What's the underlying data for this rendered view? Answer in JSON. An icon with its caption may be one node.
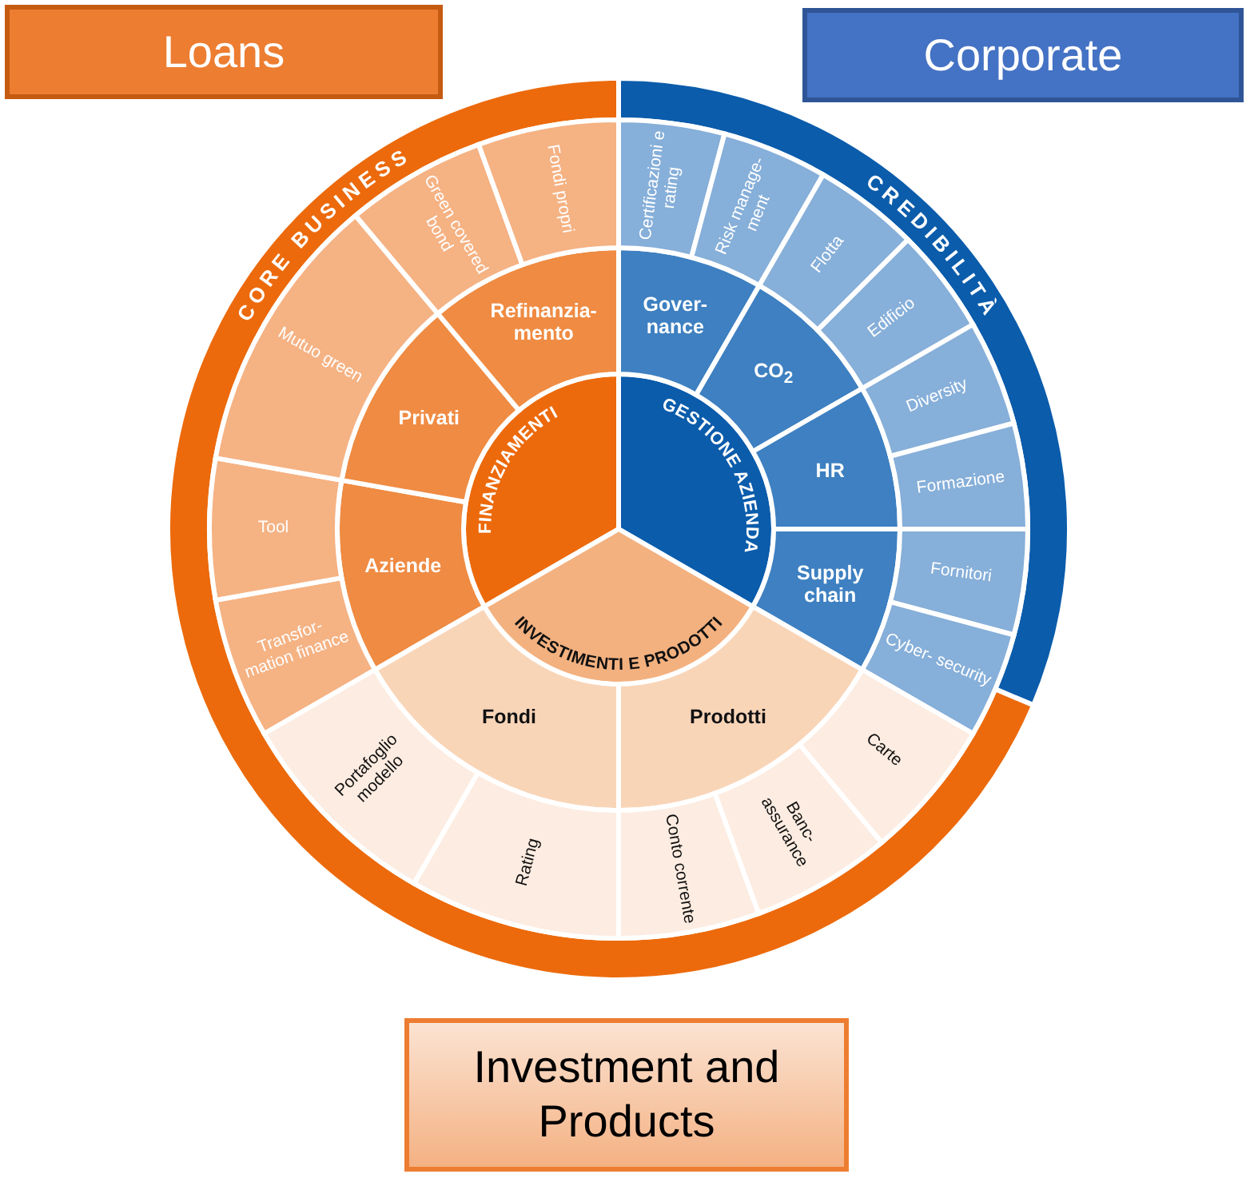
{
  "diagram": {
    "nodes": [
      {
        "text": [
          "Loans"
        ]
      },
      {
        "text": [
          "Corporate"
        ]
      },
      {
        "text": [
          "CORE BUSINESS"
        ]
      },
      {
        "text": [
          "CREDIBILITÀ"
        ]
      },
      {
        "text": [
          "FINANZIAMENTI"
        ]
      },
      {
        "text": [
          "GESTIONE AZIENDA"
        ]
      },
      {
        "text": [
          "INVESTIMENTI E PRODOTTI"
        ]
      },
      {
        "text": [
          "Aziende"
        ]
      },
      {
        "text": [
          "Privati"
        ]
      },
      {
        "text": [
          "Refinanzia- mento"
        ]
      },
      {
        "text": [
          "Gover- nance"
        ]
      },
      {
        "text": [
          "CO$_{2}$"
        ]
      },
      {
        "text": [
          "HR"
        ]
      },
      {
        "text": [
          "Supply chain"
        ]
      },
      {
        "text": [
          "Prodotti"
        ]
      },
      {
        "text": [
          "Fondi"
        ]
      },
      {
        "text": [
          "Transfor- mation finance"
        ]
      },
      {
        "text": [
          "Tool"
        ]
      },
      {
        "text": [
          "Mutuo green"
        ]
      },
      {
        "text": [
          "Green covered bond"
        ]
      },
      {
        "text": [
          "Fondi propri"
        ]
      },
      {
        "text": [
          "Certificazioni e rating"
        ]
      },
      {
        "text": [
          "Risk manage- ment"
        ]
      },
      {
        "text": [
          "Flotta"
        ]
      },
      {
        "text": [
          "Edificio"
        ]
      },
      {
        "text": [
          "Diversity"
        ]
      },
      {
        "text": [
          "Formazione"
        ]
      },
      {
        "text": [
          "Fornitori"
        ]
      },
      {
        "text": [
          "Cyber- security"
        ]
      },
      {
        "text": [
          "Carte"
        ]
      },
      {
        "text": [
          "Banc- assurance"
        ]
      },
      {
        "text": [
          "Conto corrente"
        ]
      },
      {
        "text": [
          "Rating"
        ]
      },
      {
        "text": [
          "Portafoglio modello"
        ]
      },
      {
        "text": [
          "Investment and Products"
        ]
      }
    ]
  }
}
